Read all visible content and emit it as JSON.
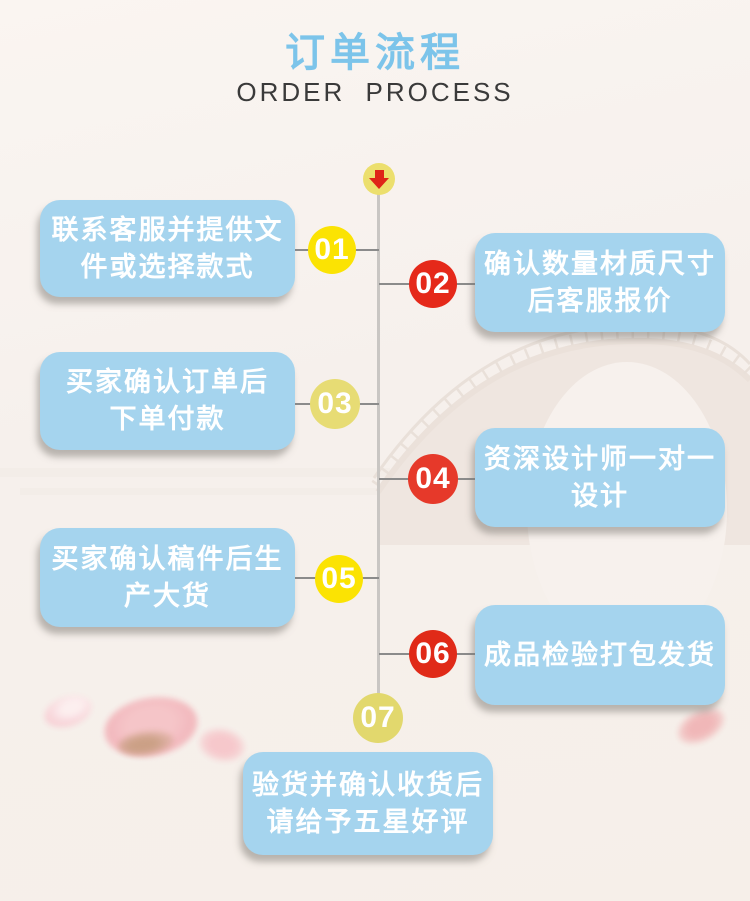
{
  "header": {
    "title_cn": "订单流程",
    "title_en": "ORDER PROCESS"
  },
  "theme": {
    "title_blue": "#7cc4ea",
    "title_dark": "#3a3a3a",
    "box_blue": "#a5d4ee",
    "box_text": "#ffffff",
    "timeline_gray": "#c9c6c3",
    "connector_gray": "#8b8b8b",
    "start_circle_yellow": "#ecdf6d",
    "start_arrow_red": "#df2418"
  },
  "flow": {
    "start_marker_icon": "down-arrow",
    "steps": [
      {
        "number": "01",
        "side": "left",
        "circle_color": "#fbe303",
        "lines": [
          "联系客服并提供文",
          "件或选择款式"
        ]
      },
      {
        "number": "02",
        "side": "right",
        "circle_color": "#e5291a",
        "lines": [
          "确认数量材质尺寸",
          "后客服报价"
        ]
      },
      {
        "number": "03",
        "side": "left",
        "circle_color": "#e7dc74",
        "lines": [
          "买家确认订单后",
          "下单付款"
        ]
      },
      {
        "number": "04",
        "side": "right",
        "circle_color": "#e6392a",
        "lines": [
          "资深设计师一对一",
          "设计"
        ]
      },
      {
        "number": "05",
        "side": "left",
        "circle_color": "#fbe303",
        "lines": [
          "买家确认稿件后生",
          "产大货"
        ]
      },
      {
        "number": "06",
        "side": "right",
        "circle_color": "#e02a18",
        "lines": [
          "成品检验打包发货"
        ]
      },
      {
        "number": "07",
        "side": "bottom",
        "circle_color": "#e2d86d",
        "lines": [
          "验货并确认收货后",
          "请给予五星好评"
        ]
      }
    ]
  },
  "background": {
    "scene": "faint stone arch bridge with pink flower petals",
    "base_color": "#f7f2ee"
  }
}
